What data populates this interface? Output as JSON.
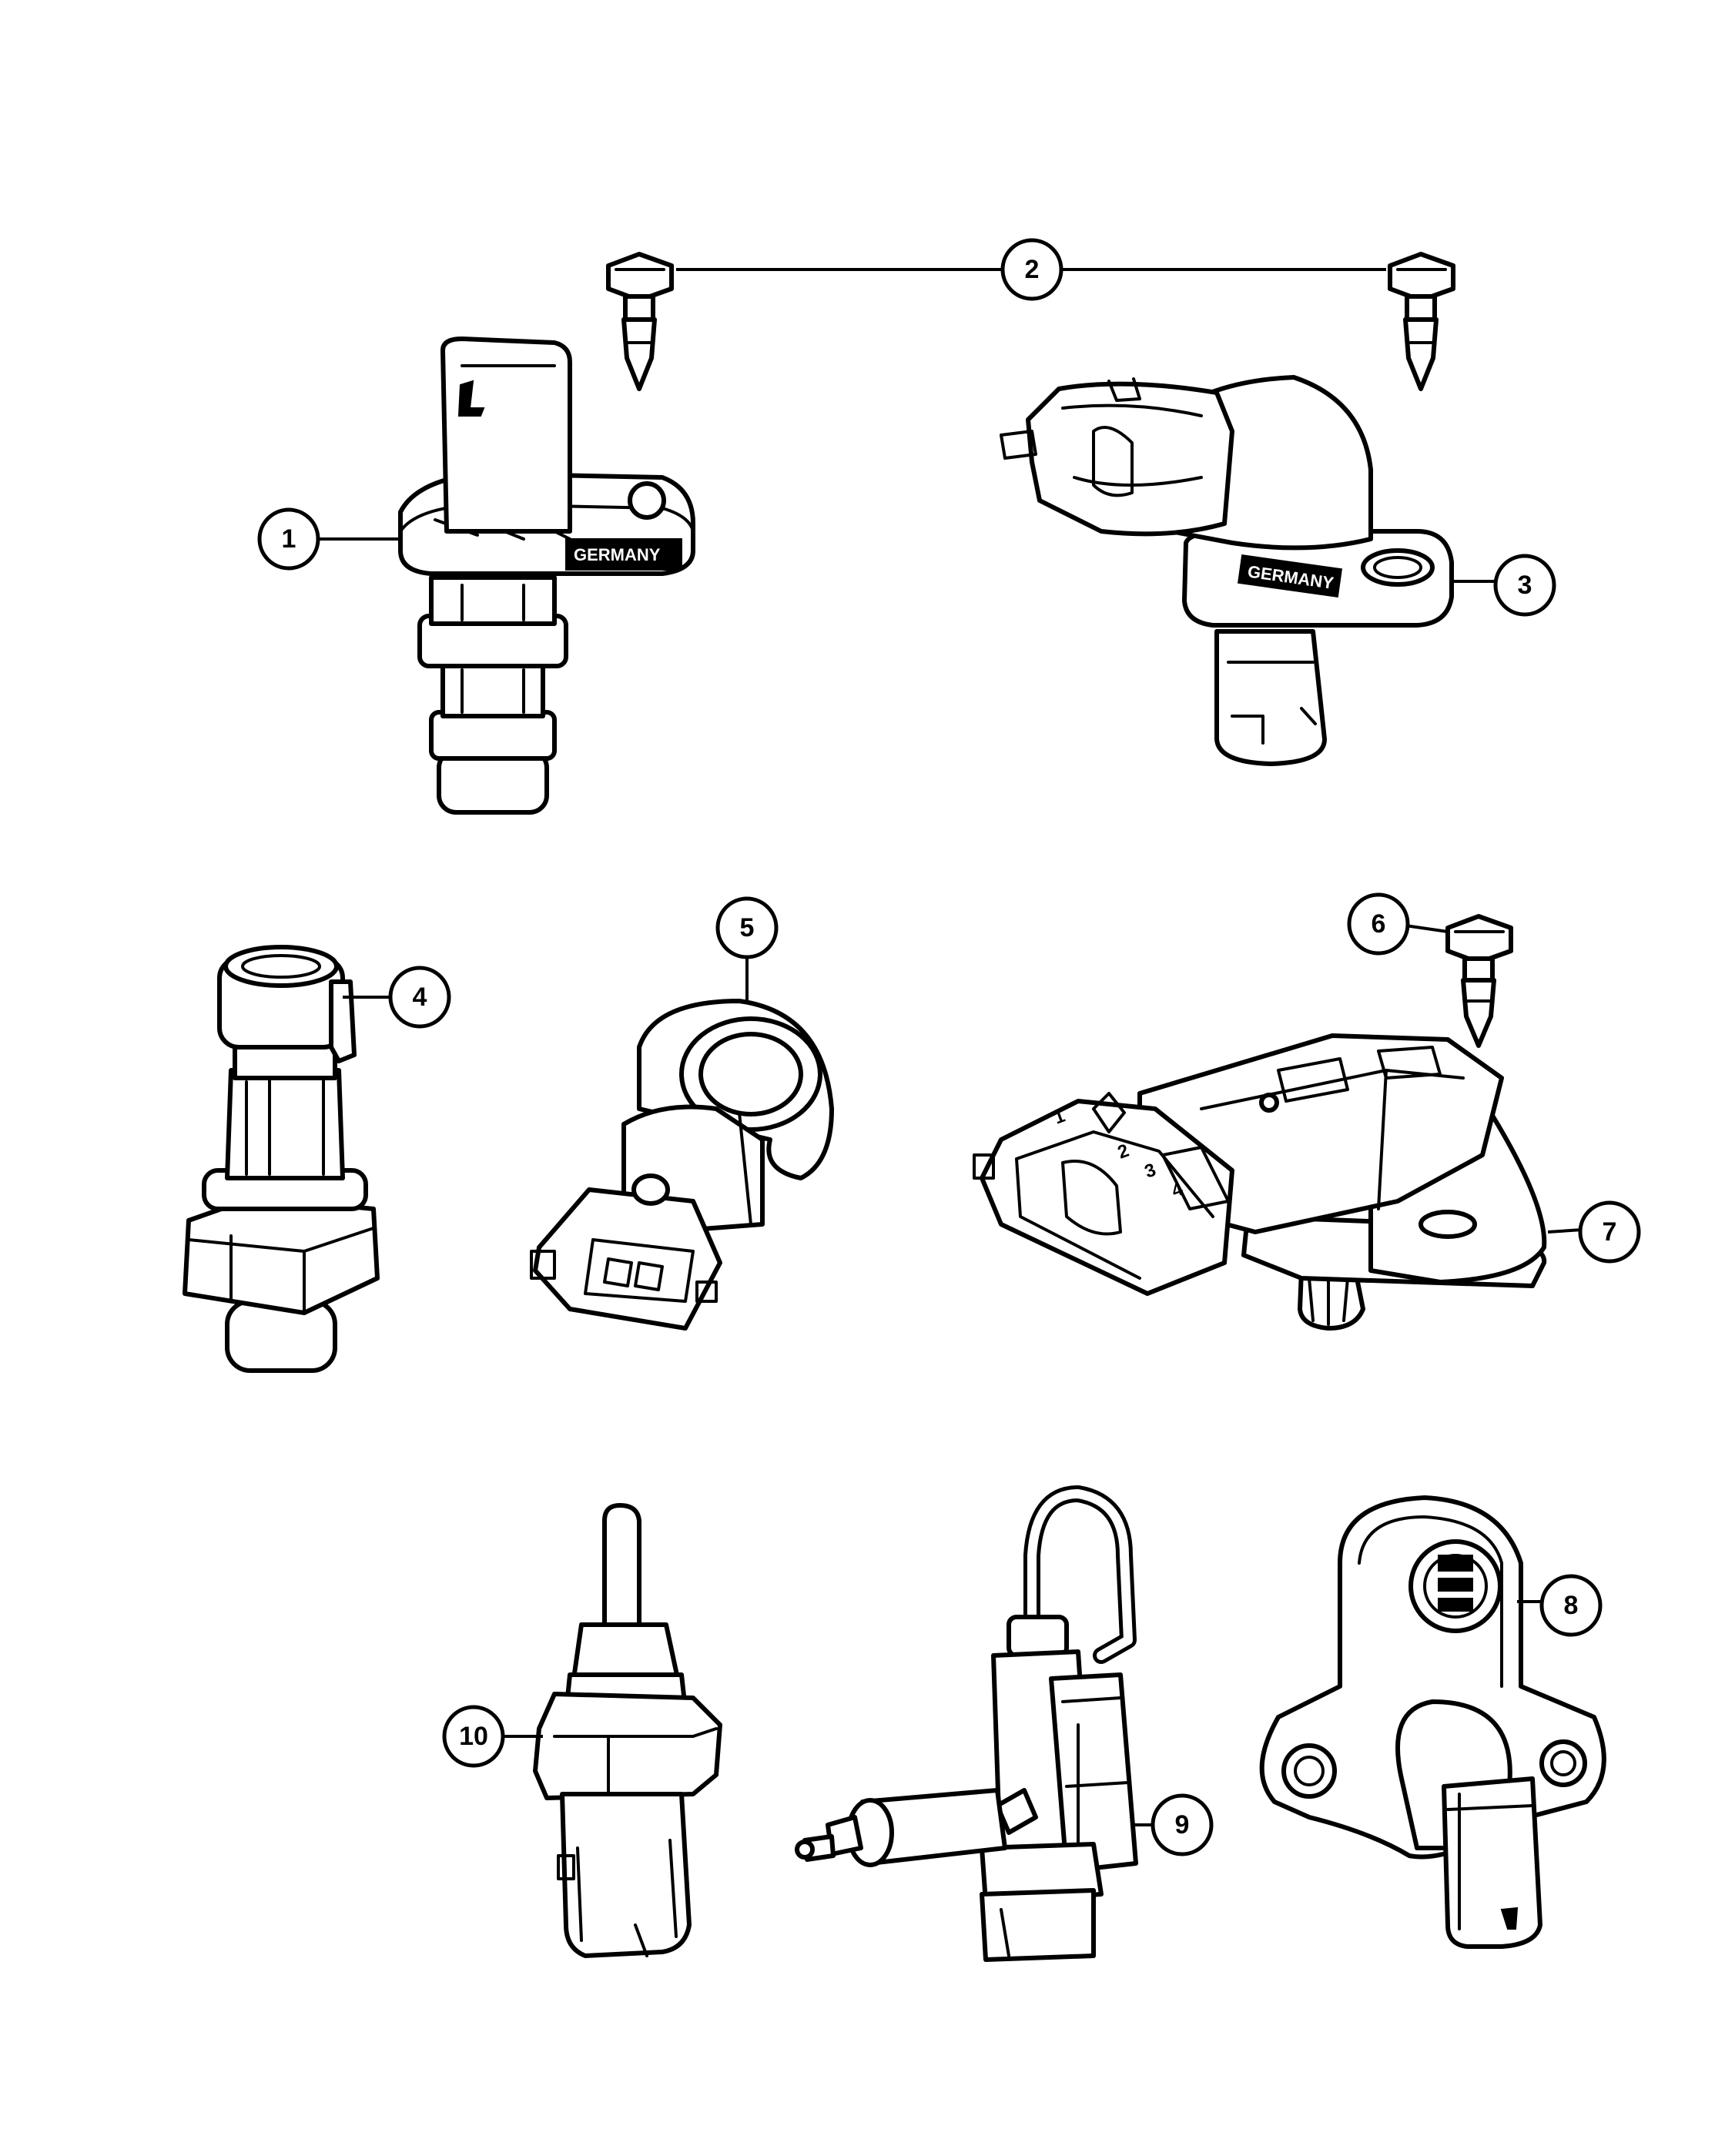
{
  "callouts": [
    {
      "id": "1",
      "label": "1"
    },
    {
      "id": "2",
      "label": "2"
    },
    {
      "id": "3",
      "label": "3"
    },
    {
      "id": "4",
      "label": "4"
    },
    {
      "id": "5",
      "label": "5"
    },
    {
      "id": "6",
      "label": "6"
    },
    {
      "id": "7",
      "label": "7"
    },
    {
      "id": "8",
      "label": "8"
    },
    {
      "id": "9",
      "label": "9"
    },
    {
      "id": "10",
      "label": "10"
    }
  ],
  "stamps": {
    "part1": "GERMANY",
    "part3": "GERMANY",
    "part7_pins": [
      "1",
      "2",
      "3",
      "4"
    ]
  }
}
